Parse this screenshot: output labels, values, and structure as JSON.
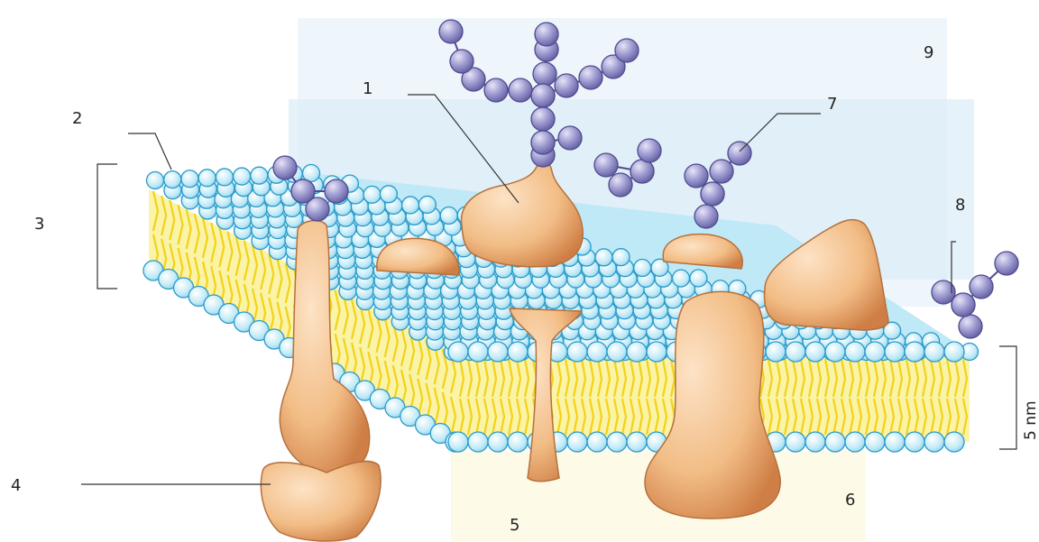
{
  "labels": {
    "l1": "1",
    "l2": "2",
    "l3": "3",
    "l4": "4",
    "l5": "5",
    "l6": "6",
    "l7": "7",
    "l8": "8",
    "l9": "9"
  },
  "scale_label": "5 nm",
  "colors": {
    "head_fill": "#bfe9f7",
    "head_stroke": "#2a9ac9",
    "tail": "#f2d21a",
    "core": "#fbf3a6",
    "protein": "#f2bd86",
    "protein_dark": "#d88a4e",
    "sugar": "#9e9bd1",
    "sugar_stroke": "#4f4a8e",
    "fluid": "#dcedf6"
  },
  "icons": {
    "lipid": "phospholipid-icon",
    "sugar": "glycan-bead-icon"
  }
}
